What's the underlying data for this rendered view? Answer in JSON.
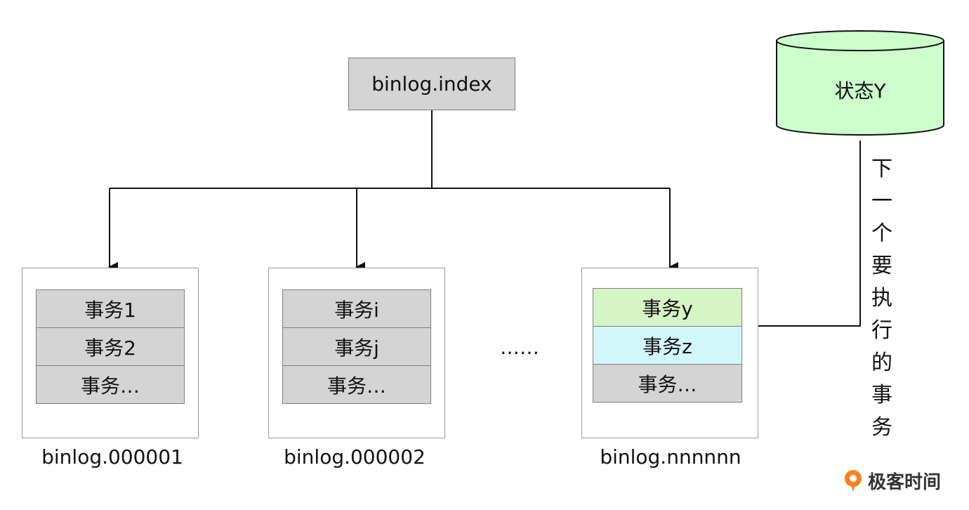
{
  "index": {
    "label": "binlog.index"
  },
  "files": [
    {
      "name": "binlog.000001",
      "transactions": [
        "事务1",
        "事务2",
        "事务…"
      ]
    },
    {
      "name": "binlog.000002",
      "transactions": [
        "事务i",
        "事务j",
        "事务…"
      ]
    },
    {
      "name": "binlog.nnnnnn",
      "transactions": [
        "事务y",
        "事务z",
        "事务…"
      ]
    }
  ],
  "ellipsis": "……",
  "state": {
    "label": "状态Y"
  },
  "next_label": [
    "下",
    "一",
    "个",
    "要",
    "执",
    "行",
    "的",
    "事",
    "务"
  ],
  "brand": {
    "name": "极客时间"
  },
  "colors": {
    "gray": "#d4d4d4",
    "green": "#d6f5c7",
    "cyan": "#d2f7fb",
    "cylinder": "#ccffcc"
  }
}
